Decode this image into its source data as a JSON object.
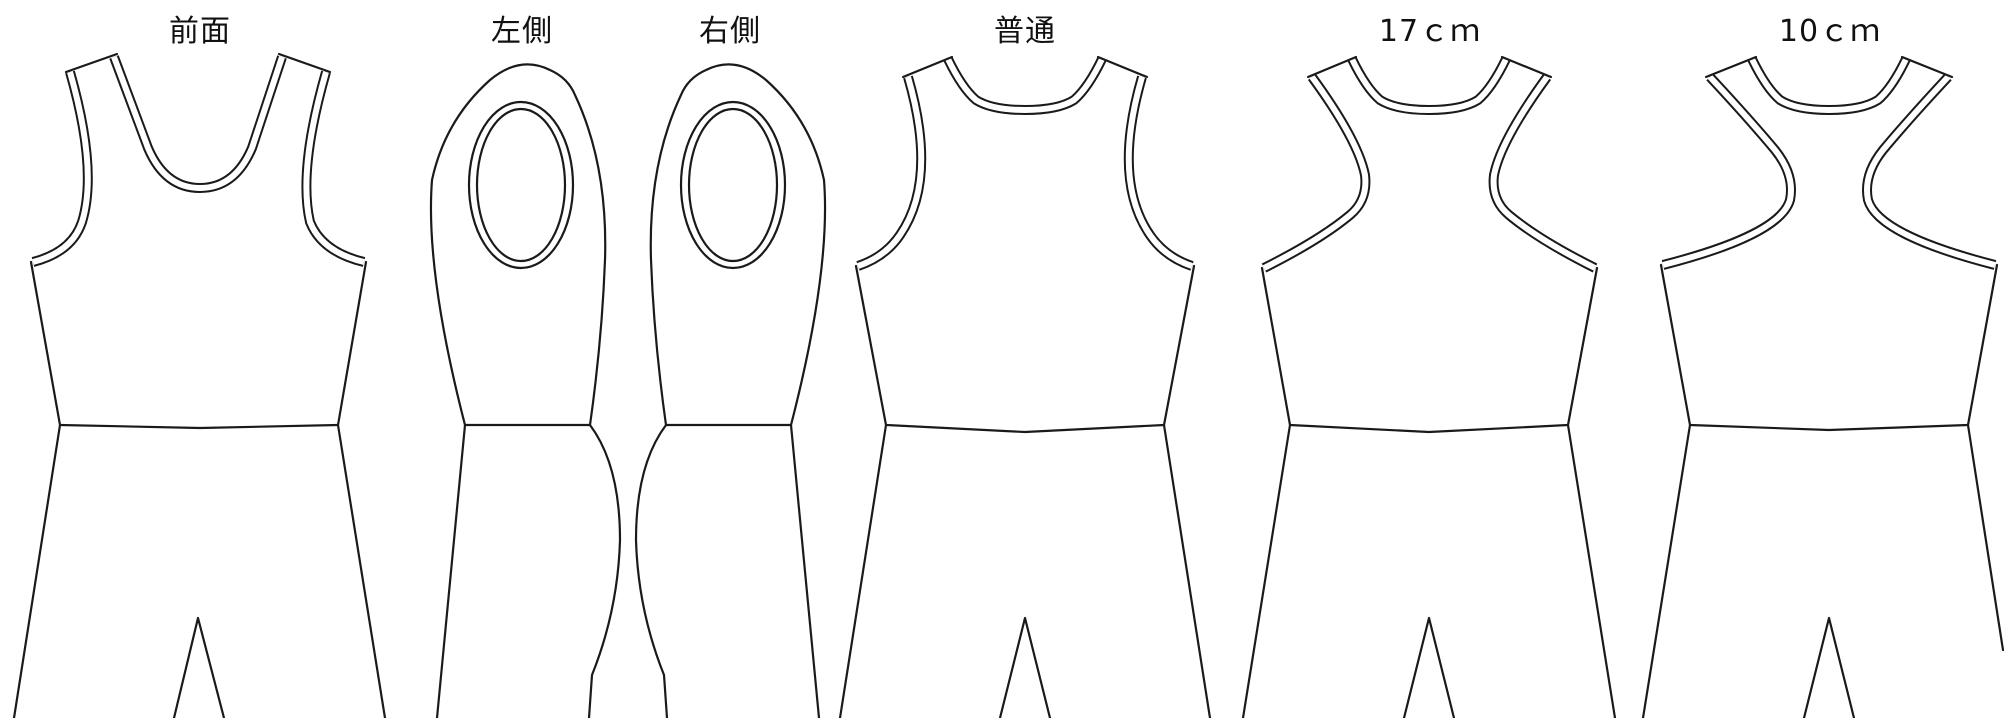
{
  "views": [
    {
      "id": "front",
      "label": "前面"
    },
    {
      "id": "left-side",
      "label": "左側"
    },
    {
      "id": "right-side",
      "label": "右側"
    },
    {
      "id": "back-normal",
      "label": "普通"
    },
    {
      "id": "back-17cm",
      "label": "17ｃｍ"
    },
    {
      "id": "back-10cm",
      "label": "10ｃｍ"
    }
  ],
  "colors": {
    "line": "#1a1a1a",
    "background": "#ffffff"
  }
}
